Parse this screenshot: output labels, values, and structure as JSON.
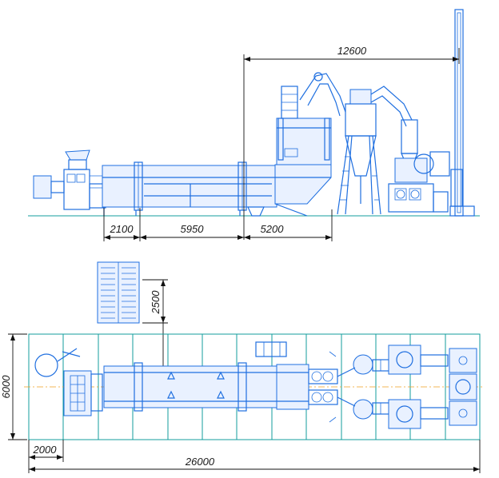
{
  "dimensions": {
    "elevation": {
      "total_upper": "12600",
      "seg_1": "2100",
      "seg_2": "5950",
      "seg_3": "5200"
    },
    "plan": {
      "width": "6000",
      "offset": "2000",
      "total_length": "26000",
      "module_gap": "2500"
    }
  },
  "colors": {
    "equipment": "#1f6fe0",
    "grid": "#139c9c",
    "dimension_lines": "#111111",
    "axis": "#f0a020"
  }
}
